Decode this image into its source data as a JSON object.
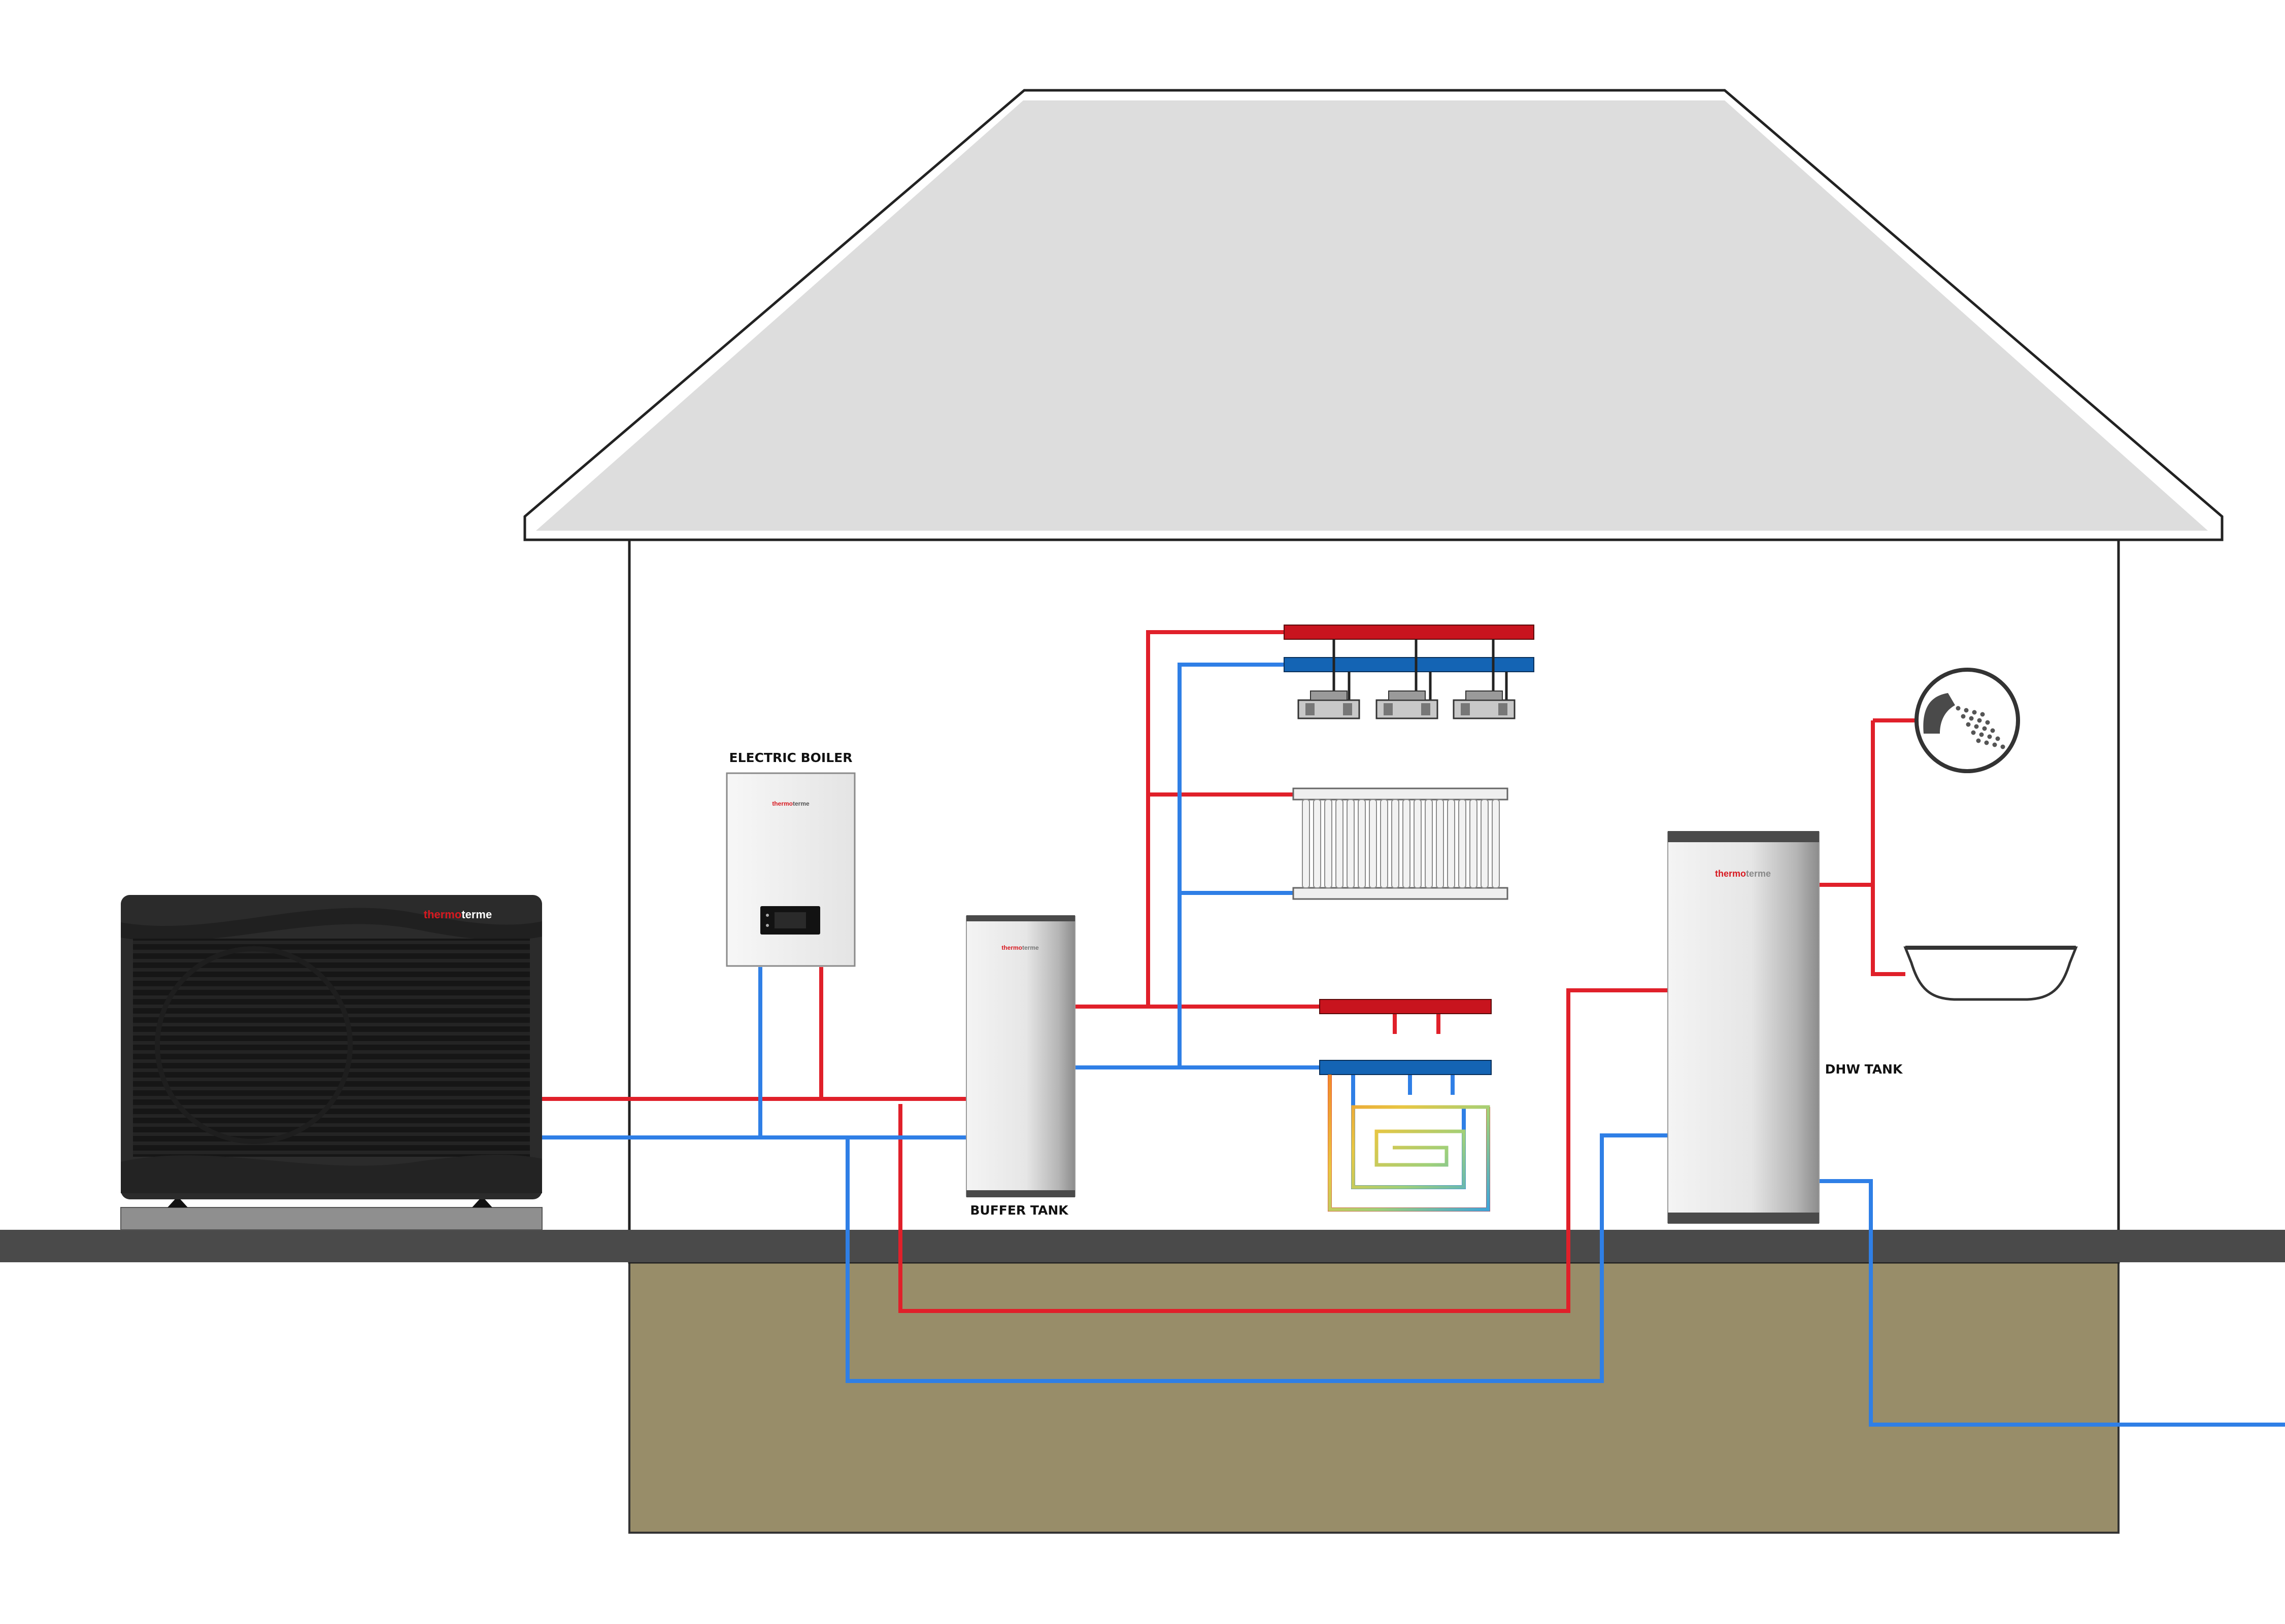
{
  "labels": {
    "electric_boiler": "ELECTRIC BOILER",
    "buffer_tank": "BUFFER TANK",
    "dhw_tank": "DHW TANK"
  },
  "brand": {
    "part1": "thermo",
    "part2": "terme"
  },
  "colors": {
    "hot_pipe": "#e0202a",
    "cold_pipe": "#2f7fe6",
    "hot_manifold": "#c8141e",
    "cold_manifold": "#1464b4",
    "roof": "#dddddd",
    "ground": "#4a4a4a",
    "soil": "#988d69",
    "heat_pump_body": "#2b2b2b",
    "brand_red": "#d71920"
  },
  "icons": [
    "shower-head-icon",
    "bathtub-icon",
    "fan-coil-icon",
    "radiator-icon",
    "underfloor-heating-icon"
  ]
}
